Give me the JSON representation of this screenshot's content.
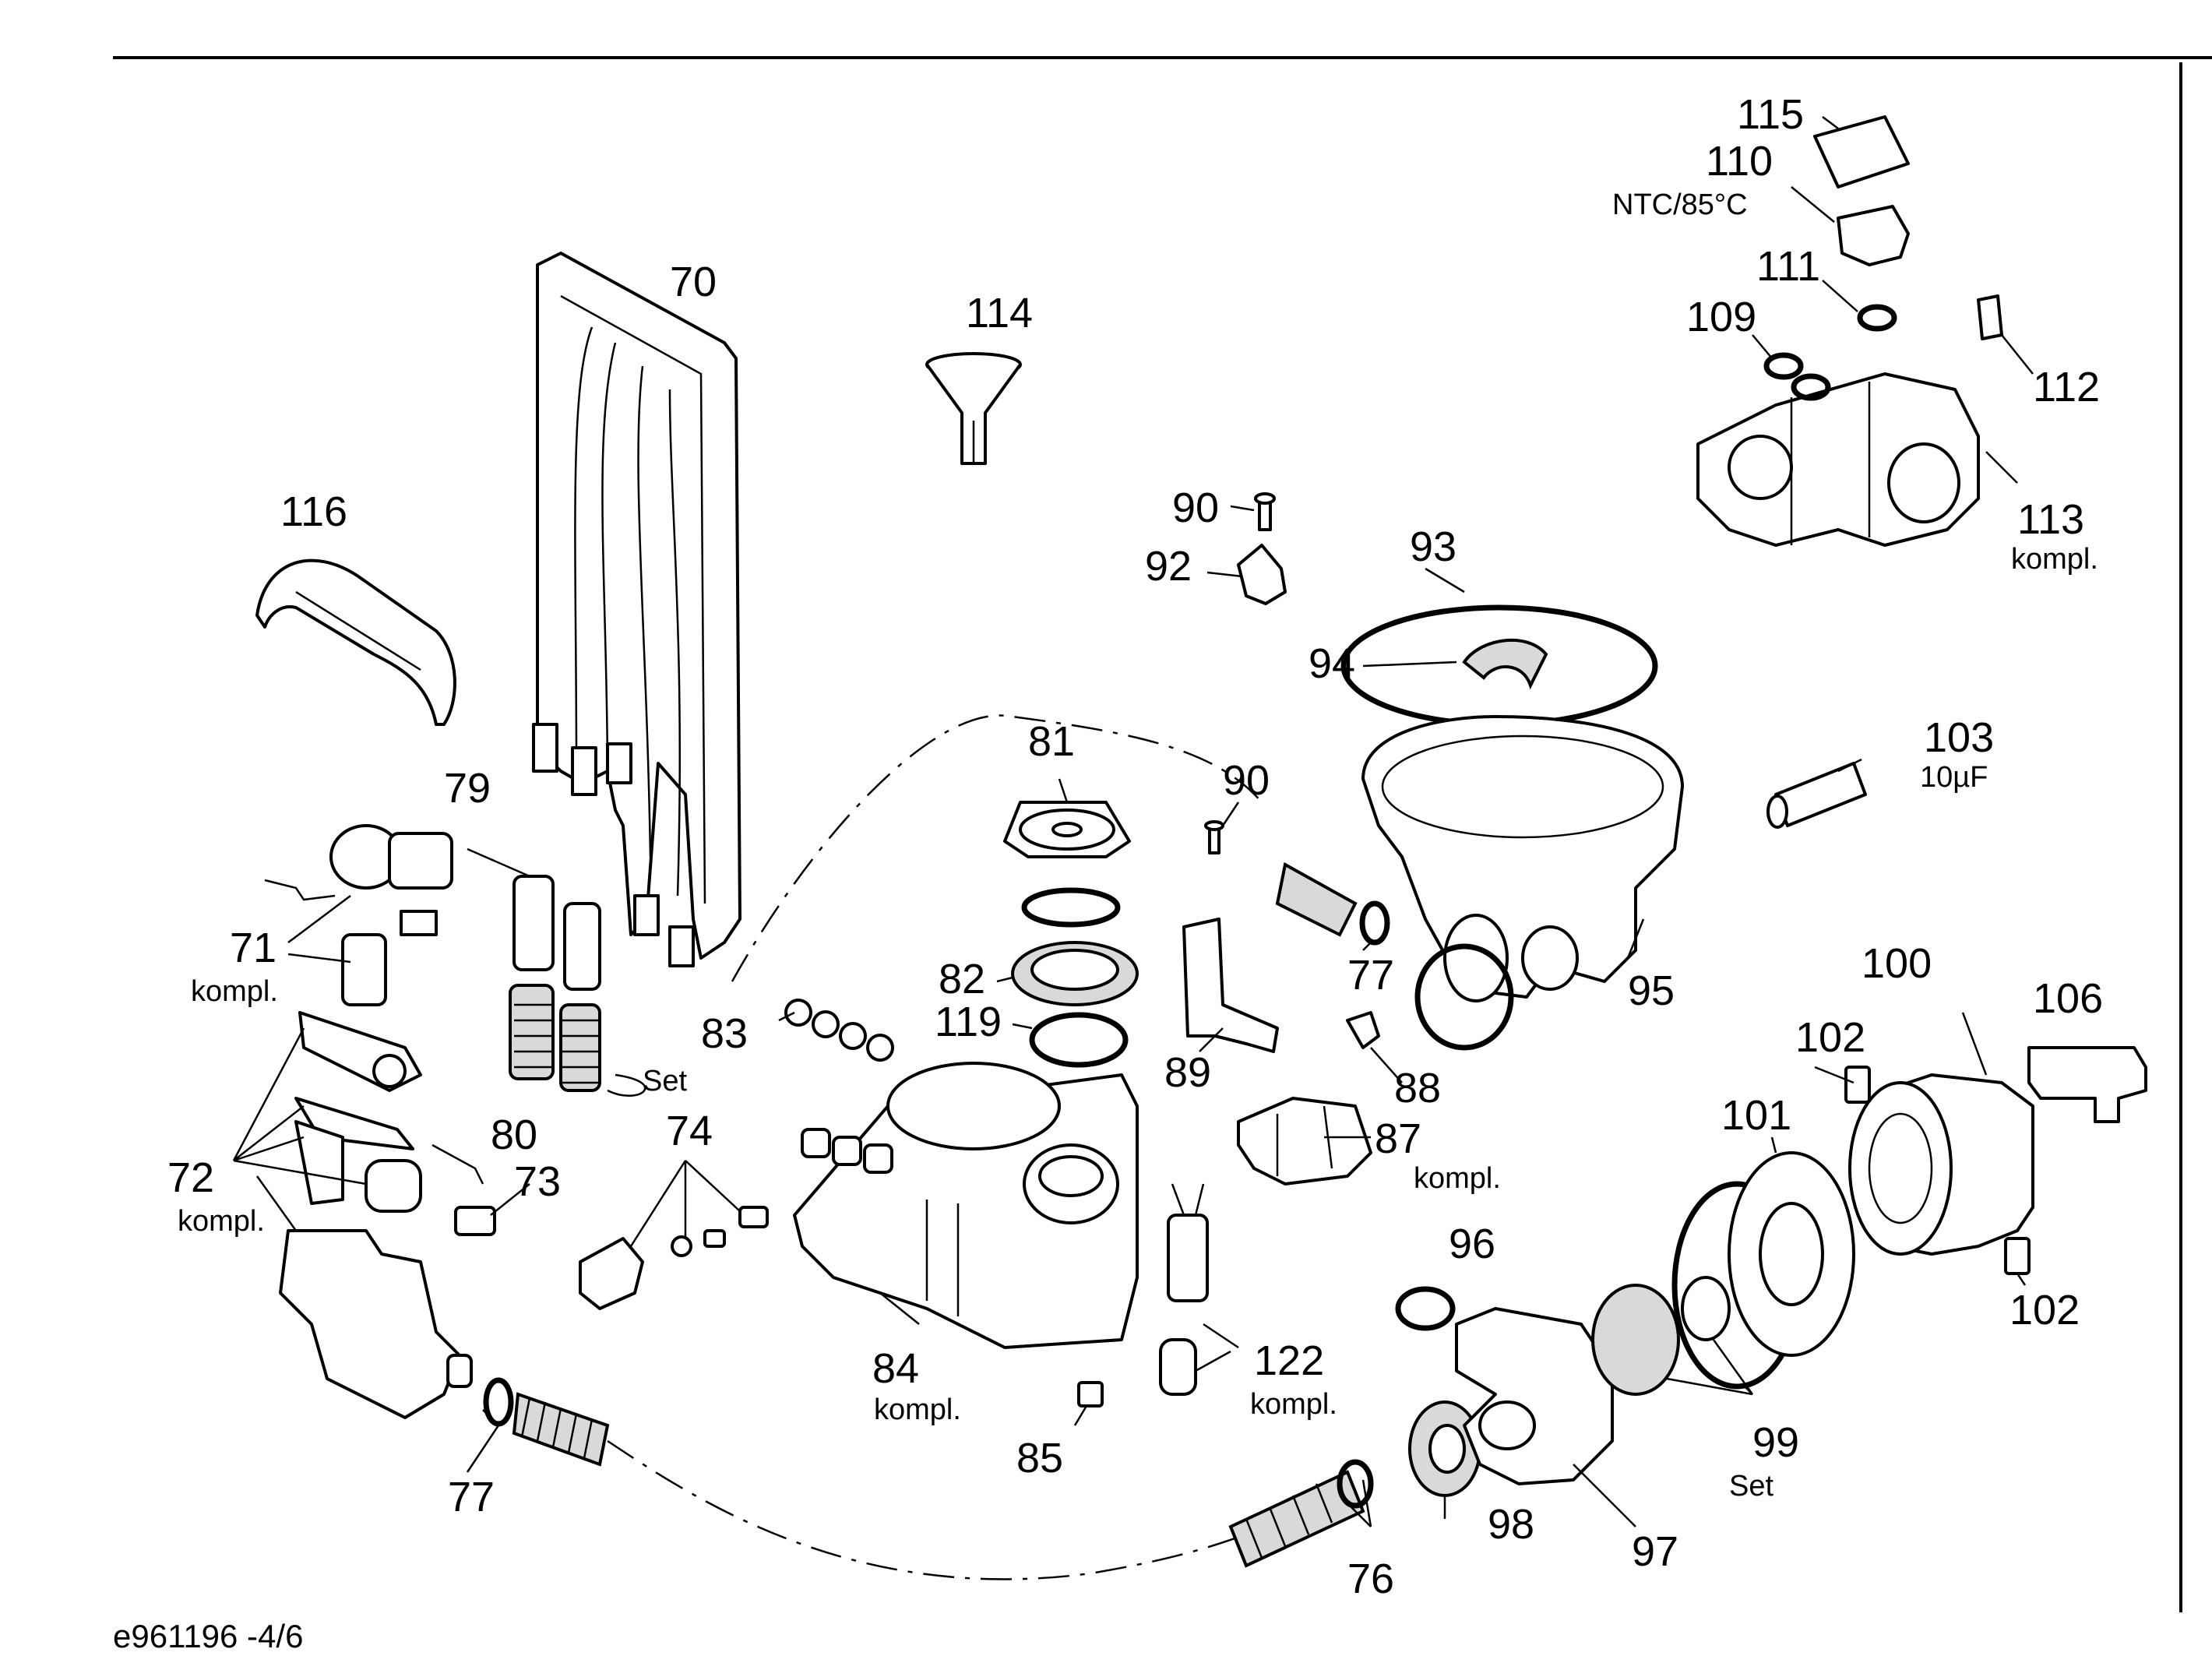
{
  "document_id": "e961196 -4/6",
  "labels": {
    "p70": "70",
    "p71": "71",
    "p71_sub": "kompl.",
    "p72": "72",
    "p72_sub": "kompl.",
    "p73": "73",
    "p74": "74",
    "p76": "76",
    "p77a": "77",
    "p77b": "77",
    "p79": "79",
    "p80": "80",
    "p80_sub": "Set",
    "p81": "81",
    "p82": "82",
    "p83": "83",
    "p84": "84",
    "p84_sub": "kompl.",
    "p85": "85",
    "p87": "87",
    "p87_sub": "kompl.",
    "p88": "88",
    "p89": "89",
    "p90a": "90",
    "p90b": "90",
    "p92": "92",
    "p93": "93",
    "p94": "94",
    "p95": "95",
    "p96": "96",
    "p97": "97",
    "p98": "98",
    "p99": "99",
    "p99_sub": "Set",
    "p100": "100",
    "p101": "101",
    "p102a": "102",
    "p102b": "102",
    "p103": "103",
    "p103_sub": "10µF",
    "p106": "106",
    "p109": "109",
    "p110": "110",
    "p110_sub": "NTC/85°C",
    "p111": "111",
    "p112": "112",
    "p113": "113",
    "p113_sub": "kompl.",
    "p114": "114",
    "p115": "115",
    "p116": "116",
    "p119": "119",
    "p122": "122",
    "p122_sub": "kompl."
  }
}
